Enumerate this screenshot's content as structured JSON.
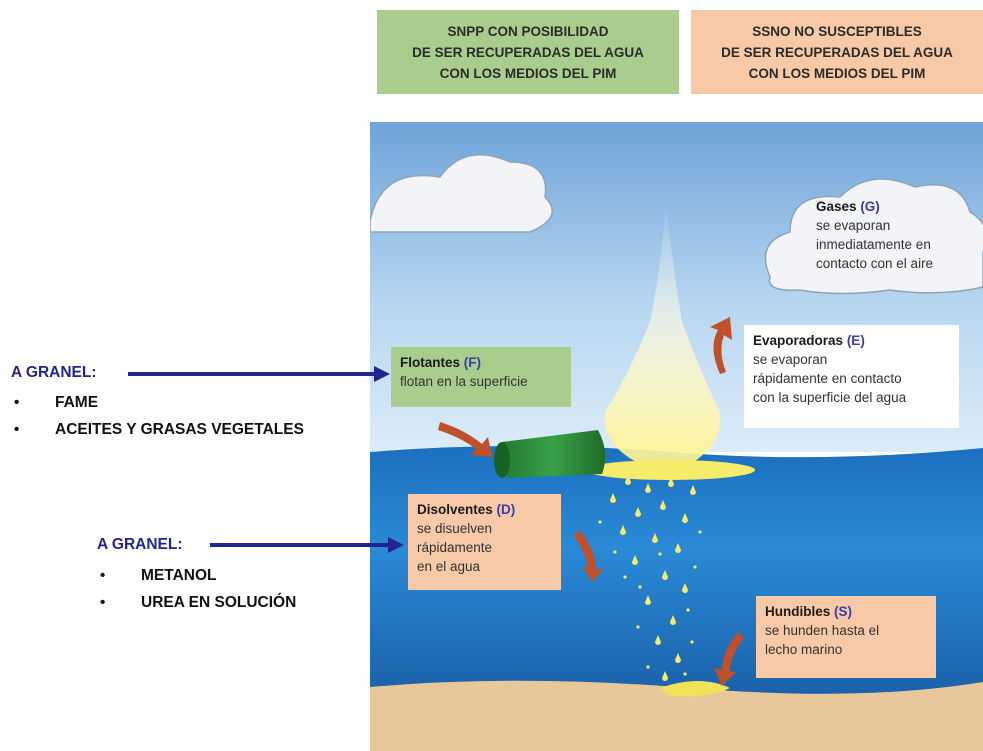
{
  "header_left": {
    "lines": [
      "SNPP CON POSIBILIDAD",
      "DE SER RECUPERADAS  DEL AGUA",
      "CON LOS MEDIOS DEL PIM"
    ],
    "color": "#a9cd8c"
  },
  "header_right": {
    "lines": [
      "SSNO NO SUSCEPTIBLES",
      "DE SER RECUPERADAS  DEL AGUA",
      "CON LOS MEDIOS DEL PIM"
    ],
    "color": "#f8c9a6"
  },
  "categories": {
    "gases": {
      "title": "Gases",
      "code": "(G)",
      "desc": [
        "se evaporan",
        "inmediatamente en",
        "contacto con el aire"
      ]
    },
    "evaporadoras": {
      "title": "Evaporadoras",
      "code": "(E)",
      "desc": [
        "se evaporan",
        "rápidamente en contacto",
        "con la superficie del agua"
      ]
    },
    "flotantes": {
      "title": "Flotantes",
      "code": "(F)",
      "desc": [
        "flotan en la superficie"
      ]
    },
    "disolventes": {
      "title": "Disolventes",
      "code": "(D)",
      "desc": [
        "se disuelven",
        "rápidamente",
        "en el agua"
      ]
    },
    "hundibles": {
      "title": "Hundibles",
      "code": "(S)",
      "desc": [
        "se hunden hasta el",
        "lecho marino"
      ]
    }
  },
  "granel_top": {
    "label": "A GRANEL:",
    "items": [
      "FAME",
      "ACEITES Y GRASAS VEGETALES"
    ]
  },
  "granel_bottom": {
    "label": "A GRANEL:",
    "items": [
      "METANOL",
      "UREA EN SOLUCIÓN"
    ]
  },
  "colors": {
    "green_box": "#a9cd8c",
    "peach_box": "#f8c9a6",
    "sky_top": "#6ea3d9",
    "sea": "#1c6fbf",
    "sand": "#e8c79b",
    "arrow": "#c0502a",
    "pointer": "#232392",
    "code": "#3b3bb0"
  }
}
